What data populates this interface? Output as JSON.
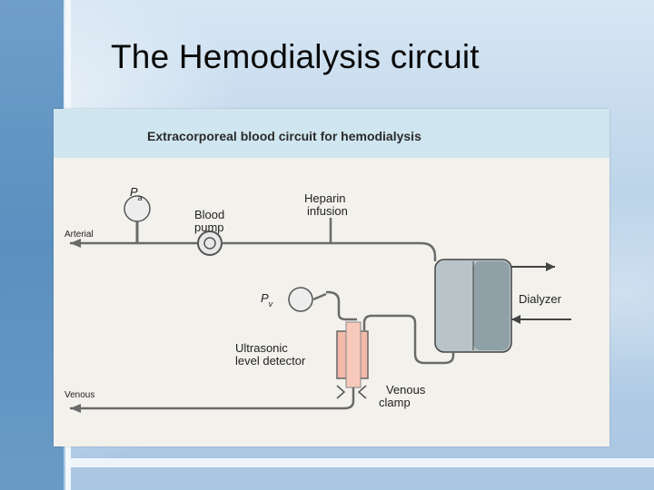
{
  "slide": {
    "title": "The Hemodialysis circuit"
  },
  "figure": {
    "title": "Extracorporeal blood circuit for hemodialysis",
    "labels": {
      "pa": "Pa",
      "pa_sub": "a",
      "heparin_1": "Heparin",
      "heparin_2": "infusion",
      "blood_pump_1": "Blood",
      "blood_pump_2": "pump",
      "arterial": "Arterial",
      "pv": "Pv",
      "pv_sub": "v",
      "dialyzer": "Dialyzer",
      "ultrasonic_1": "Ultrasonic",
      "ultrasonic_2": "level detector",
      "venous_clamp_1": "Venous",
      "venous_clamp_2": "clamp",
      "venous": "Venous"
    }
  },
  "colors": {
    "header": "#cfe5f0",
    "tubing": "#6a6a6a",
    "dialyzer_body": "#b9c4c8",
    "dialyzer_side": "#8fa0a6",
    "detector": "#f2b8a8"
  }
}
